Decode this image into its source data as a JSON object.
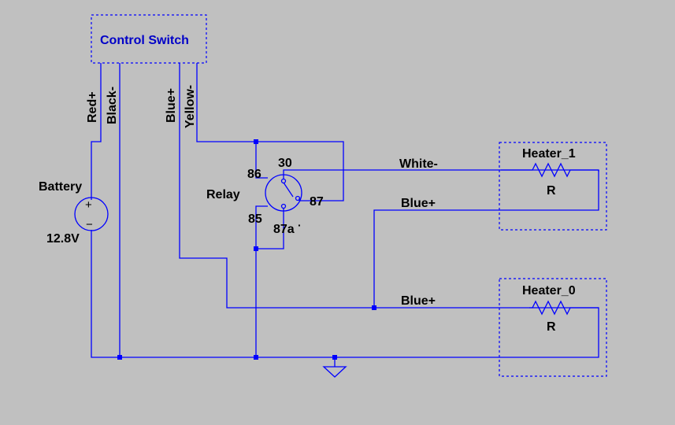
{
  "control_switch": {
    "title": "Control Switch",
    "wires": [
      "Red+",
      "Black-",
      "Blue+",
      "Yellow-"
    ]
  },
  "battery": {
    "label": "Battery",
    "voltage": "12.8V",
    "plus_symbol": "+",
    "minus_symbol": "−"
  },
  "relay": {
    "label": "Relay",
    "pins": [
      "86",
      "30",
      "87",
      "85",
      "87a"
    ]
  },
  "heaters": [
    {
      "name": "Heater_1",
      "resistor": "R"
    },
    {
      "name": "Heater_0",
      "resistor": "R"
    }
  ],
  "wire_labels": {
    "white_minus": "White-",
    "blue_plus_top": "Blue+",
    "blue_plus_bottom": "Blue+"
  },
  "colors": {
    "background": "#c0c0c0",
    "wire": "#0000ff",
    "title_text": "#0000c8",
    "label_text": "#000000"
  }
}
